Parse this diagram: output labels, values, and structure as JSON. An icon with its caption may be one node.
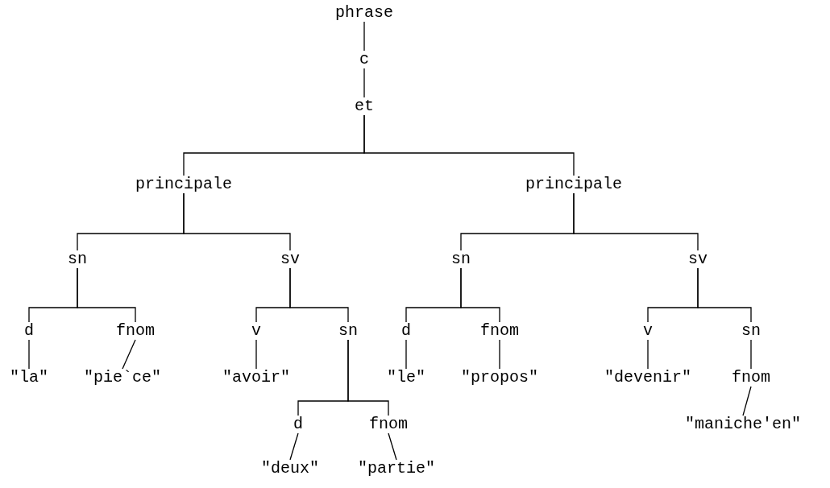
{
  "diagram": {
    "nodes": [
      {
        "text": [
          "phrase"
        ]
      },
      {
        "text": [
          "c"
        ]
      },
      {
        "text": [
          "et"
        ]
      },
      {
        "text": [
          "principale"
        ]
      },
      {
        "text": [
          "sn"
        ]
      },
      {
        "text": [
          "d"
        ]
      },
      {
        "text": [
          "\"la\""
        ]
      },
      {
        "text": [
          "fnom"
        ]
      },
      {
        "text": [
          "\"pie`ce\""
        ]
      },
      {
        "text": [
          "sv"
        ]
      },
      {
        "text": [
          "v"
        ]
      },
      {
        "text": [
          "\"avoir\""
        ]
      },
      {
        "text": [
          "sn"
        ]
      },
      {
        "text": [
          "d"
        ]
      },
      {
        "text": [
          "\"deux\""
        ]
      },
      {
        "text": [
          "fnom"
        ]
      },
      {
        "text": [
          "\"partie\""
        ]
      },
      {
        "text": [
          "principale"
        ]
      },
      {
        "text": [
          "sn"
        ]
      },
      {
        "text": [
          "d"
        ]
      },
      {
        "text": [
          "\"le\""
        ]
      },
      {
        "text": [
          "fnom"
        ]
      },
      {
        "text": [
          "\"propos\""
        ]
      },
      {
        "text": [
          "sv"
        ]
      },
      {
        "text": [
          "v"
        ]
      },
      {
        "text": [
          "\"devenir\""
        ]
      },
      {
        "text": [
          "sn"
        ]
      },
      {
        "text": [
          "fnom"
        ]
      },
      {
        "text": [
          "\"maniche'en\""
        ]
      }
    ],
    "edges": [
      {
        "from": 0,
        "to": 1,
        "arrow": "none"
      },
      {
        "from": 1,
        "to": 2,
        "arrow": "none"
      },
      {
        "from": 2,
        "to": 3,
        "arrow": "none"
      },
      {
        "from": 2,
        "to": 17,
        "arrow": "none"
      },
      {
        "from": 3,
        "to": 4,
        "arrow": "none"
      },
      {
        "from": 3,
        "to": 9,
        "arrow": "none"
      },
      {
        "from": 4,
        "to": 5,
        "arrow": "none"
      },
      {
        "from": 4,
        "to": 7,
        "arrow": "none"
      },
      {
        "from": 5,
        "to": 6,
        "arrow": "none"
      },
      {
        "from": 7,
        "to": 8,
        "arrow": "none"
      },
      {
        "from": 9,
        "to": 10,
        "arrow": "none"
      },
      {
        "from": 9,
        "to": 12,
        "arrow": "none"
      },
      {
        "from": 10,
        "to": 11,
        "arrow": "none"
      },
      {
        "from": 12,
        "to": 13,
        "arrow": "none"
      },
      {
        "from": 12,
        "to": 15,
        "arrow": "none"
      },
      {
        "from": 13,
        "to": 14,
        "arrow": "none"
      },
      {
        "from": 15,
        "to": 16,
        "arrow": "none"
      },
      {
        "from": 17,
        "to": 18,
        "arrow": "none"
      },
      {
        "from": 17,
        "to": 23,
        "arrow": "none"
      },
      {
        "from": 18,
        "to": 19,
        "arrow": "none"
      },
      {
        "from": 18,
        "to": 21,
        "arrow": "none"
      },
      {
        "from": 19,
        "to": 20,
        "arrow": "none"
      },
      {
        "from": 21,
        "to": 22,
        "arrow": "none"
      },
      {
        "from": 23,
        "to": 24,
        "arrow": "none"
      },
      {
        "from": 23,
        "to": 26,
        "arrow": "none"
      },
      {
        "from": 24,
        "to": 25,
        "arrow": "none"
      },
      {
        "from": 26,
        "to": 27,
        "arrow": "none"
      },
      {
        "from": 27,
        "to": 28,
        "arrow": "none"
      }
    ]
  }
}
